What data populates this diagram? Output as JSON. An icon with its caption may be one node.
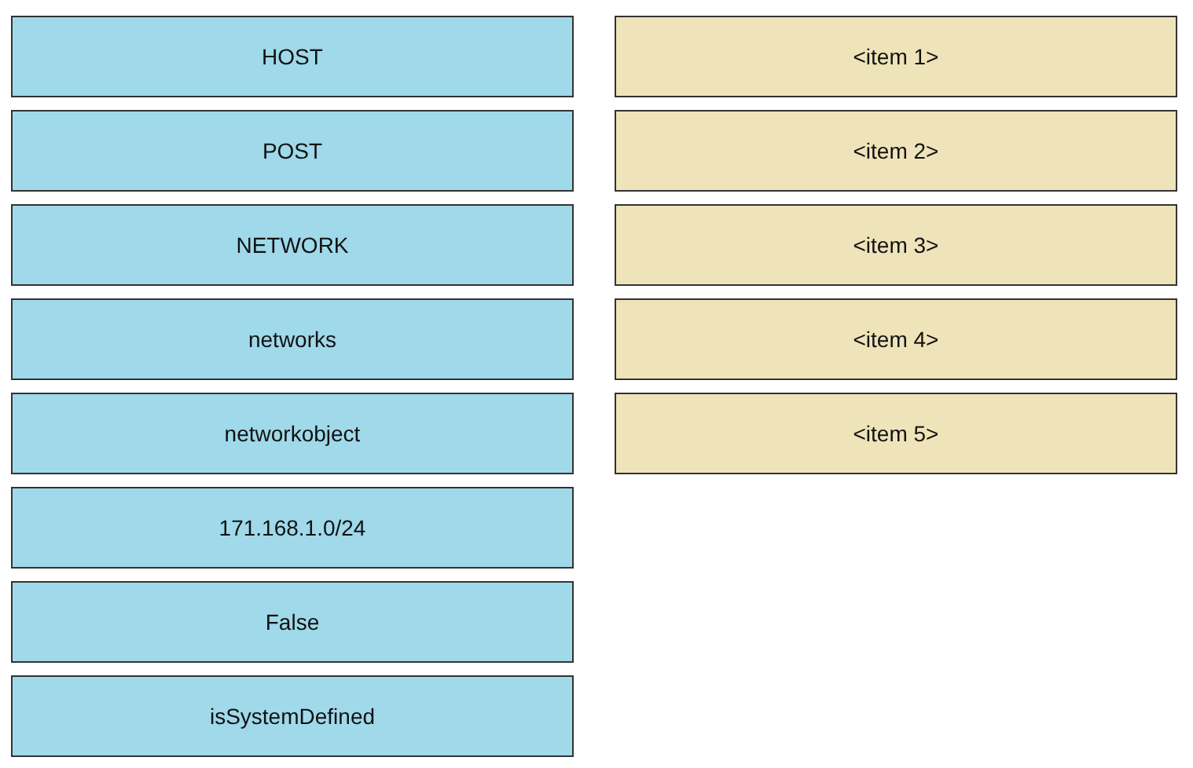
{
  "diagram": {
    "nodes": [
      {
        "text": [
          "HOST"
        ]
      },
      {
        "text": [
          "POST"
        ]
      },
      {
        "text": [
          "NETWORK"
        ]
      },
      {
        "text": [
          "networks"
        ]
      },
      {
        "text": [
          "networkobject"
        ]
      },
      {
        "text": [
          "171.168.1.0/24"
        ]
      },
      {
        "text": [
          "False"
        ]
      },
      {
        "text": [
          "isSystemDefined"
        ]
      },
      {
        "text": [
          "<item 1>"
        ]
      },
      {
        "text": [
          "<item 2>"
        ]
      },
      {
        "text": [
          "<item 3>"
        ]
      },
      {
        "text": [
          "<item 4>"
        ]
      },
      {
        "text": [
          "<item 5>"
        ]
      }
    ]
  }
}
